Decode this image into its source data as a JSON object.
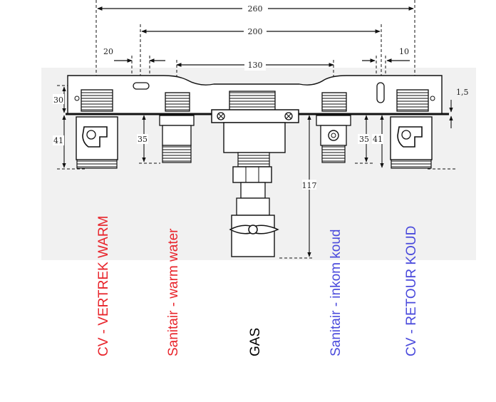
{
  "dimensions": {
    "overall": "260",
    "outer_holes": "200",
    "inner": "130",
    "left_offset": "20",
    "right_offset": "10",
    "plate_thickness": "1,5",
    "top_height": "30",
    "left_fitting": "41",
    "left_inner": "35",
    "right_inner": "35",
    "right_fitting": "41",
    "gas_depth": "117"
  },
  "labels": [
    {
      "text": "CV - VERTREK WARM",
      "color": "#e8242b"
    },
    {
      "text": "Sanitair - warm water",
      "color": "#e8242b"
    },
    {
      "text": "GAS",
      "color": "#000000"
    },
    {
      "text": "Sanitair - inkom koud",
      "color": "#4a4adc"
    },
    {
      "text": "CV - RETOUR KOUD",
      "color": "#4a4adc"
    }
  ]
}
